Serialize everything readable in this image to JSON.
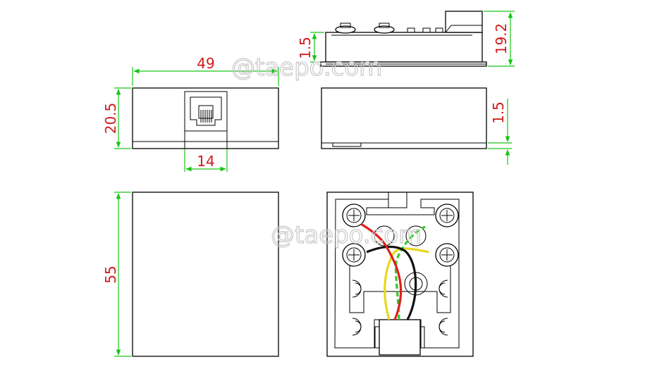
{
  "watermark": "@taepo.com",
  "dimensions": {
    "width": "49",
    "height": "20.5",
    "jack_width": "14",
    "length": "55",
    "side_depth": "1.5",
    "top_depth": "1.5",
    "total_height": "19.2"
  },
  "colors": {
    "dimension_lines": "#19c419",
    "dimension_text": "#d11a1a",
    "wire_red": "#e0201c",
    "wire_black": "#111111",
    "wire_yellow": "#e8d81a",
    "wire_green": "#35c82a"
  }
}
